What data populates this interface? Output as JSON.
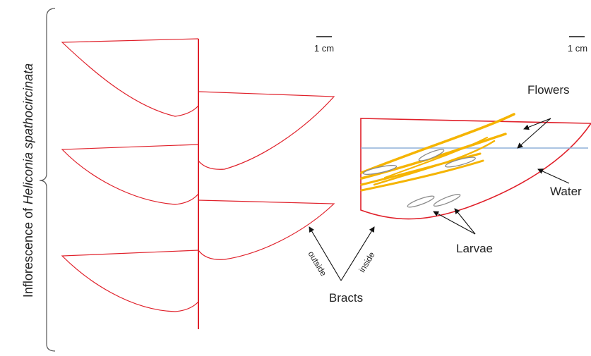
{
  "labels": {
    "side_label_prefix": "Inflorescence of ",
    "side_label_species": "Heliconia spathocircinata",
    "scale_left": "1 cm",
    "scale_right": "1 cm",
    "flowers": "Flowers",
    "water": "Water",
    "larvae": "Larvae",
    "outside": "outside",
    "inside": "inside",
    "bracts": "Bracts"
  },
  "colors": {
    "bract_outline": "#e0202a",
    "flower": "#f5b400",
    "water_line": "#8fb0d8",
    "larva": "#8a8a8a",
    "arrow": "#111111",
    "text": "#222222"
  }
}
